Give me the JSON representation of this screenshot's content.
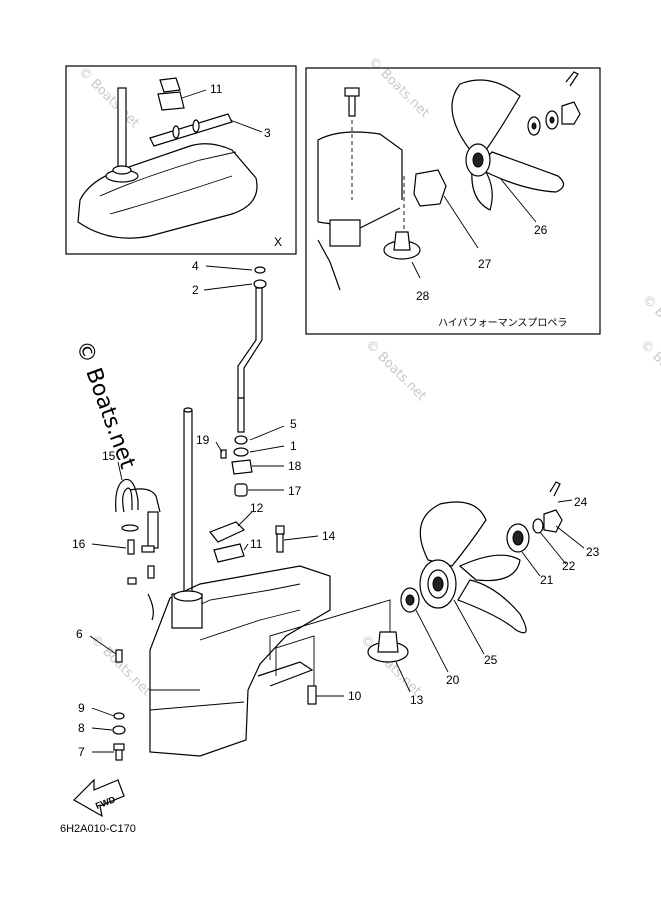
{
  "callouts": [
    {
      "id": "c11a",
      "text": "11"
    },
    {
      "id": "c3",
      "text": "3"
    },
    {
      "id": "cX",
      "text": "X"
    },
    {
      "id": "c26",
      "text": "26"
    },
    {
      "id": "c27",
      "text": "27"
    },
    {
      "id": "c28",
      "text": "28"
    },
    {
      "id": "c4",
      "text": "4"
    },
    {
      "id": "c2",
      "text": "2"
    },
    {
      "id": "c5",
      "text": "5"
    },
    {
      "id": "c1",
      "text": "1"
    },
    {
      "id": "c19",
      "text": "19"
    },
    {
      "id": "c18",
      "text": "18"
    },
    {
      "id": "c17",
      "text": "17"
    },
    {
      "id": "c15",
      "text": "15"
    },
    {
      "id": "c12",
      "text": "12"
    },
    {
      "id": "c11b",
      "text": "11"
    },
    {
      "id": "c14",
      "text": "14"
    },
    {
      "id": "c16",
      "text": "16"
    },
    {
      "id": "c24",
      "text": "24"
    },
    {
      "id": "c23",
      "text": "23"
    },
    {
      "id": "c22",
      "text": "22"
    },
    {
      "id": "c21",
      "text": "21"
    },
    {
      "id": "c6",
      "text": "6"
    },
    {
      "id": "c25",
      "text": "25"
    },
    {
      "id": "c20",
      "text": "20"
    },
    {
      "id": "c13",
      "text": "13"
    },
    {
      "id": "c10",
      "text": "10"
    },
    {
      "id": "c9",
      "text": "9"
    },
    {
      "id": "c8",
      "text": "8"
    },
    {
      "id": "c7",
      "text": "7"
    }
  ],
  "inset_caption": "ハイパフォーマンスプロペラ",
  "fwd_label": "FWD",
  "diagram_code": "6H2A010-C170",
  "watermark_main": "© Boats.net",
  "watermark_faint": "© Boats.net"
}
